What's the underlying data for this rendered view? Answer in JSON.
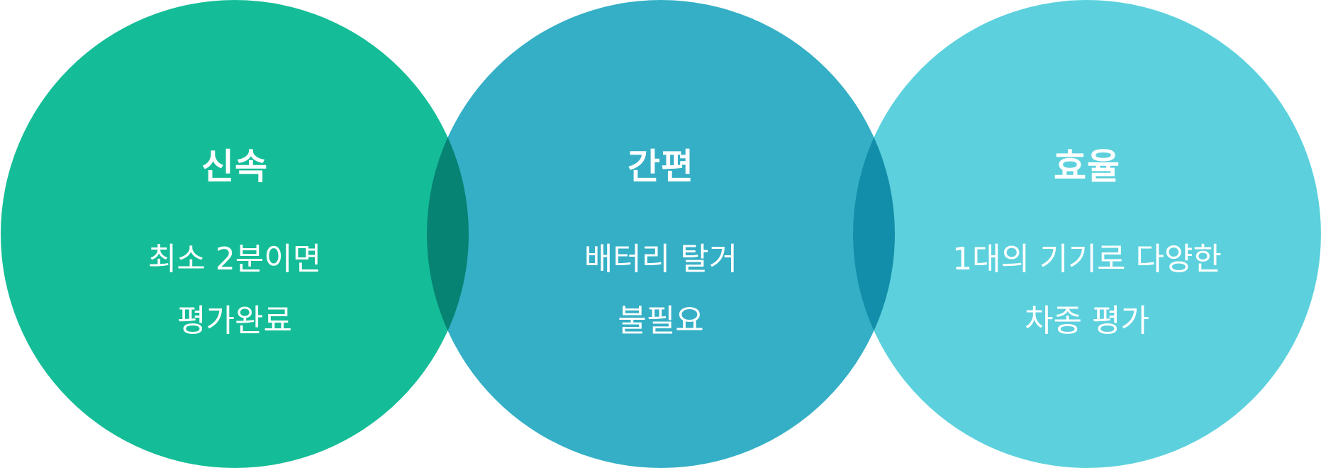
{
  "diagram": {
    "type": "venn-row",
    "colors": {
      "circle_1": "#14BD97",
      "circle_2": "#34AFC6",
      "circle_3": "#5CD1DD",
      "overlap_1_2": "#068373",
      "overlap_2_3": "#138EAA",
      "text": "#FFFFFF",
      "background": "#FFFFFF"
    },
    "circles": [
      {
        "title": "신속",
        "lines": [
          "최소 2분이면",
          "평가완료"
        ]
      },
      {
        "title": "간편",
        "lines": [
          "배터리 탈거",
          "불필요"
        ]
      },
      {
        "title": "효율",
        "lines": [
          "1대의 기기로 다양한",
          "차종 평가"
        ]
      }
    ]
  }
}
